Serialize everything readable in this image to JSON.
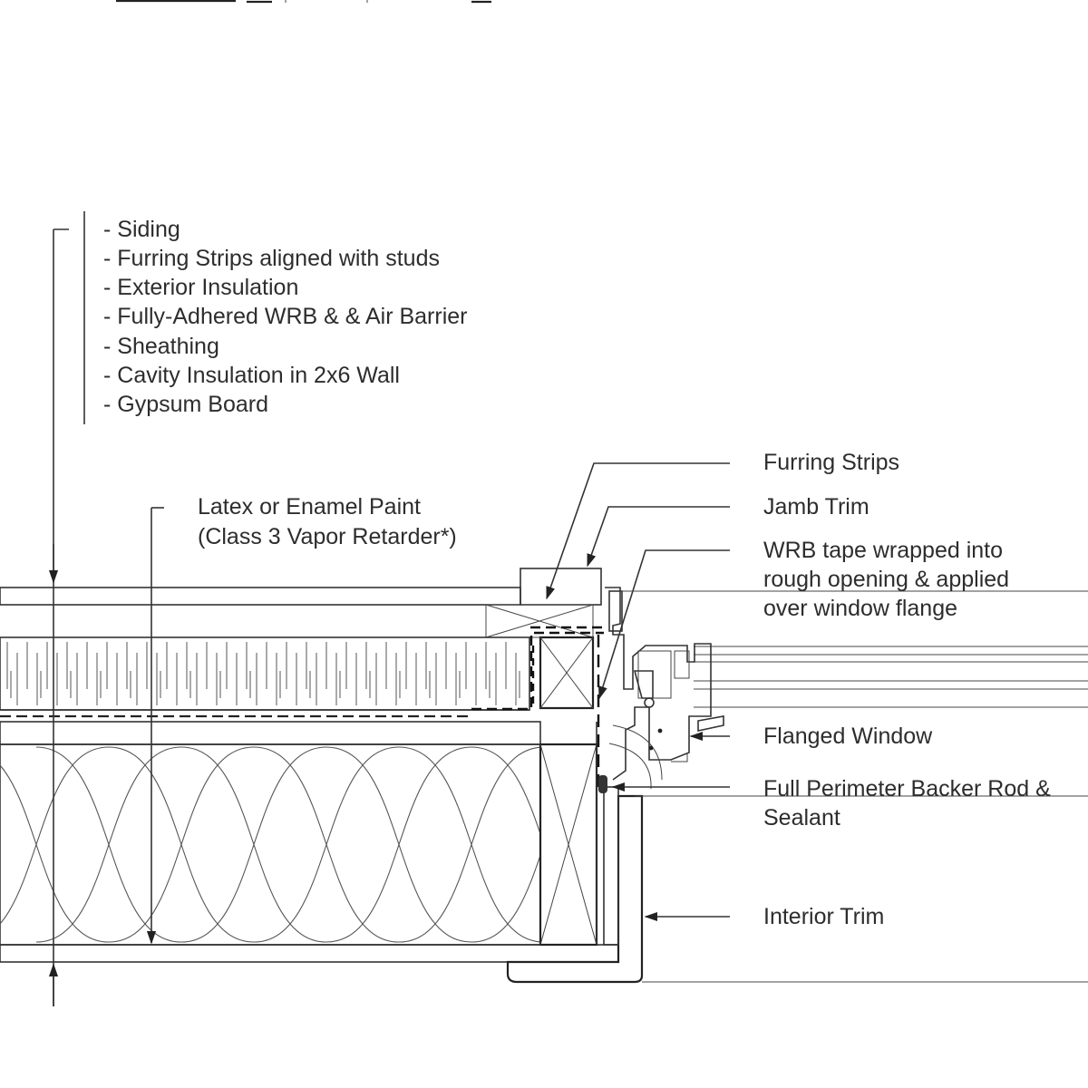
{
  "wall_assembly": {
    "layers": [
      "- Siding",
      "- Furring Strips aligned with studs",
      "- Exterior Insulation",
      "- Fully-Adhered WRB &  & Air Barrier",
      "- Sheathing",
      "- Cavity Insulation in 2x6 Wall",
      "- Gypsum Board"
    ]
  },
  "paint_note": {
    "line1": "Latex or Enamel Paint",
    "line2": "(Class 3 Vapor Retarder*)"
  },
  "callouts": {
    "furring_strips": "Furring Strips",
    "jamb_trim": "Jamb Trim",
    "wrb_tape": [
      "WRB tape wrapped into",
      "rough opening & applied",
      "over window flange"
    ],
    "flanged_window": "Flanged Window",
    "backer_rod": [
      "Full Perimeter Backer Rod &",
      "Sealant"
    ],
    "interior_trim": "Interior Trim"
  }
}
